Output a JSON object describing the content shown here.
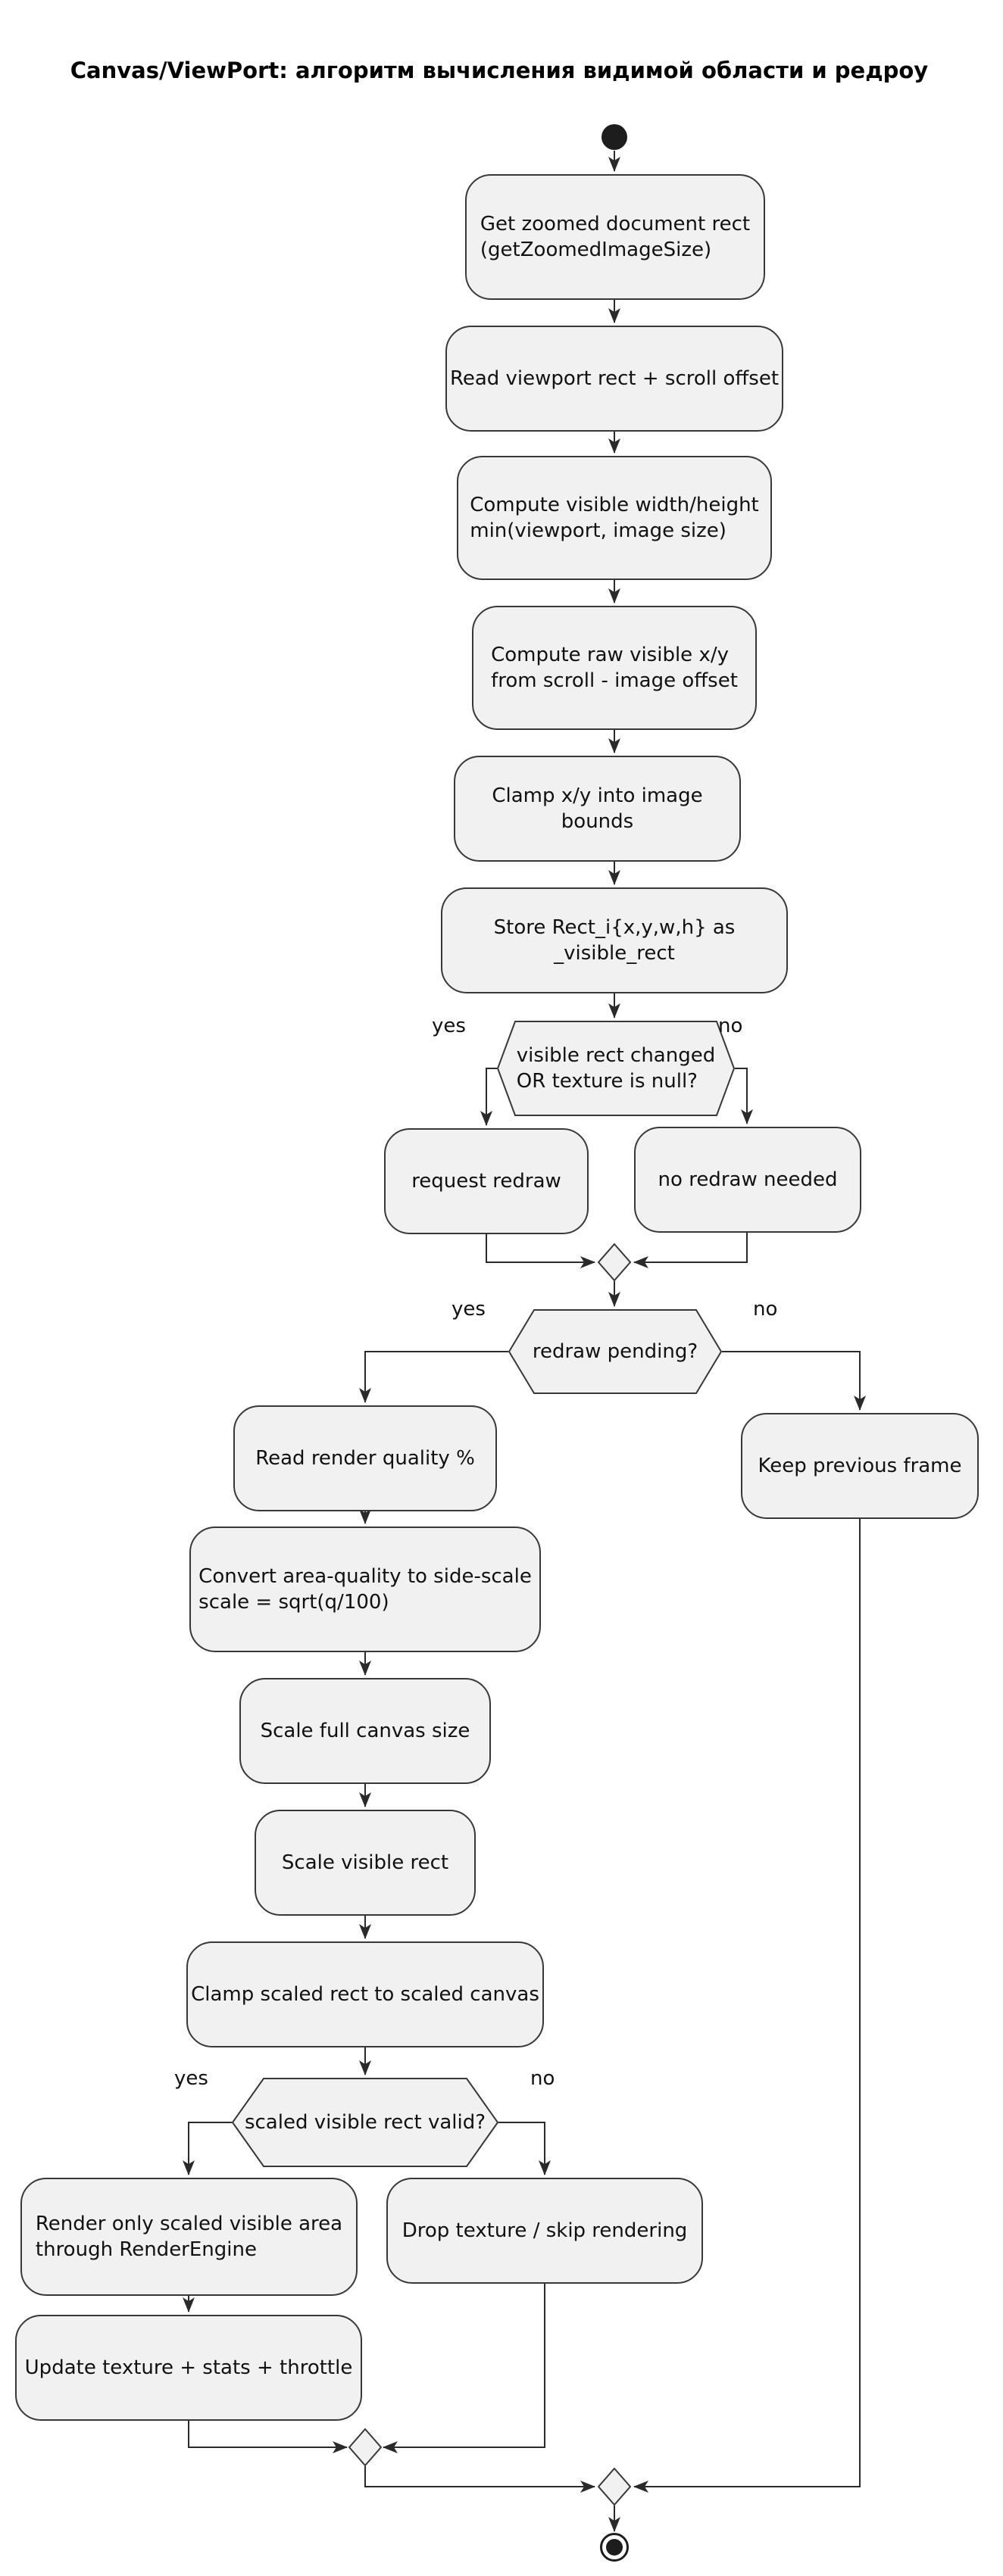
{
  "title": "Canvas/ViewPort: алгоритм вычисления видимой области и редроу",
  "colors": {
    "background": "#ffffff",
    "node_fill": "#f1f1f1",
    "node_border": "#383838",
    "edge": "#2a2a2a",
    "text": "#111111",
    "terminal": "#1d1d1d"
  },
  "nodes": {
    "get_zoomed_rect": {
      "label": "Get zoomed document rect\n(getZoomedImageSize)"
    },
    "read_viewport": {
      "label": "Read viewport rect + scroll offset"
    },
    "compute_visible_wh": {
      "label": "Compute visible width/height\nmin(viewport, image size)"
    },
    "compute_raw_xy": {
      "label": "Compute raw visible x/y\nfrom scroll - image offset"
    },
    "clamp_xy": {
      "label": "Clamp x/y into image bounds"
    },
    "store_rect": {
      "label": "Store Rect_i{x,y,w,h} as _visible_rect"
    },
    "visible_rect_changed": {
      "label": "visible rect changed\nOR texture is null?"
    },
    "request_redraw": {
      "label": "request redraw"
    },
    "no_redraw": {
      "label": "no redraw needed"
    },
    "redraw_pending": {
      "label": "redraw pending?"
    },
    "read_quality": {
      "label": "Read render quality %"
    },
    "keep_frame": {
      "label": "Keep previous frame"
    },
    "convert_quality": {
      "label": "Convert area-quality to side-scale\nscale = sqrt(q/100)"
    },
    "scale_canvas": {
      "label": "Scale full canvas size"
    },
    "scale_visible": {
      "label": "Scale visible rect"
    },
    "clamp_scaled": {
      "label": "Clamp scaled rect to scaled canvas"
    },
    "scaled_rect_valid": {
      "label": "scaled visible rect valid?"
    },
    "render_visible": {
      "label": "Render only scaled visible area\nthrough RenderEngine"
    },
    "drop_texture": {
      "label": "Drop texture / skip rendering"
    },
    "update_texture": {
      "label": "Update texture + stats + throttle"
    }
  },
  "edge_labels": {
    "d1_yes": "yes",
    "d1_no": "no",
    "d2_yes": "yes",
    "d2_no": "no",
    "d3_yes": "yes",
    "d3_no": "no"
  }
}
